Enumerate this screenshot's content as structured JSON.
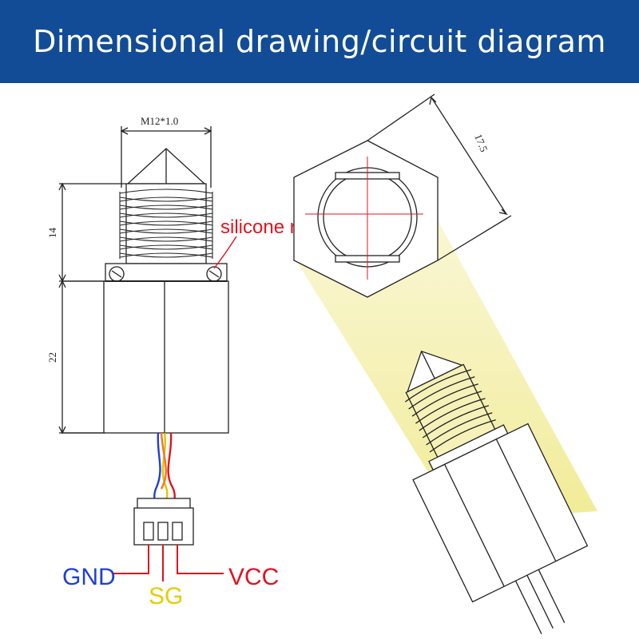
{
  "header": {
    "title": "Dimensional drawing/circuit diagram"
  },
  "dimensions": {
    "thread": "M12*1.0",
    "upper_height": "14",
    "lower_height": "22",
    "hex_width": "17.5"
  },
  "callout": {
    "text": "silicone ring"
  },
  "wires": {
    "gnd": "GND",
    "sg": "SG",
    "vcc": "VCC"
  },
  "colors": {
    "banner": "#124c96",
    "callout": "#e0141e",
    "gnd": "#1e3fd6",
    "sg": "#f0d000",
    "vcc": "#e0141e",
    "highlight": "#f4f0a8"
  }
}
